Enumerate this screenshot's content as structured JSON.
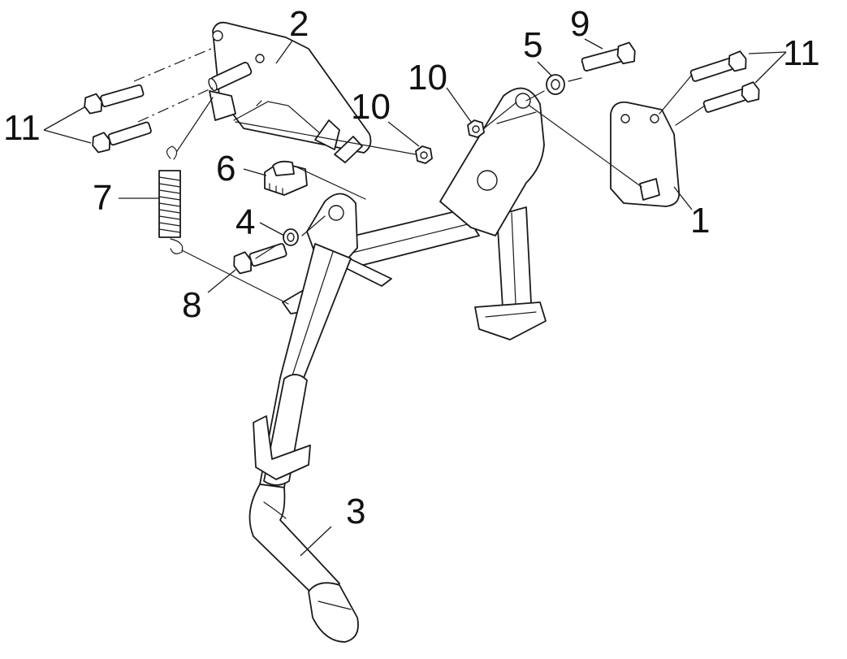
{
  "callouts": [
    {
      "id": "p1",
      "text": "1"
    },
    {
      "id": "p2",
      "text": "2"
    },
    {
      "id": "p3",
      "text": "3"
    },
    {
      "id": "p4",
      "text": "4"
    },
    {
      "id": "p5",
      "text": "5"
    },
    {
      "id": "p6",
      "text": "6"
    },
    {
      "id": "p7",
      "text": "7"
    },
    {
      "id": "p8",
      "text": "8"
    },
    {
      "id": "p9",
      "text": "9"
    },
    {
      "id": "p10a",
      "text": "10"
    },
    {
      "id": "p10b",
      "text": "10"
    },
    {
      "id": "p11a",
      "text": "11"
    },
    {
      "id": "p11b",
      "text": "11"
    }
  ],
  "colors": {
    "line": "#1a1a1a",
    "background": "#ffffff"
  }
}
